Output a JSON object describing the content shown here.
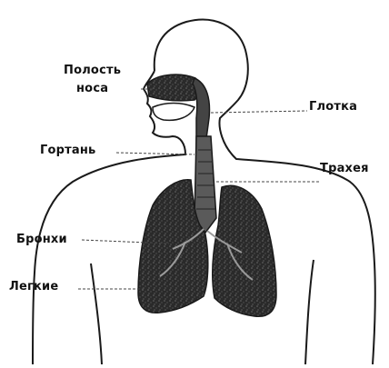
{
  "labels": {
    "nasal_cavity_line1": "Полость",
    "nasal_cavity_line2": "носа",
    "pharynx": "Глотка",
    "larynx": "Гортань",
    "trachea": "Трахея",
    "bronchi": "Бронхи",
    "lungs": "Легкие"
  },
  "colors": {
    "outline": "#1a1a1a",
    "lung_fill": "#2b2b2b",
    "airway_fill": "#555555",
    "leader_line": "#444444"
  }
}
